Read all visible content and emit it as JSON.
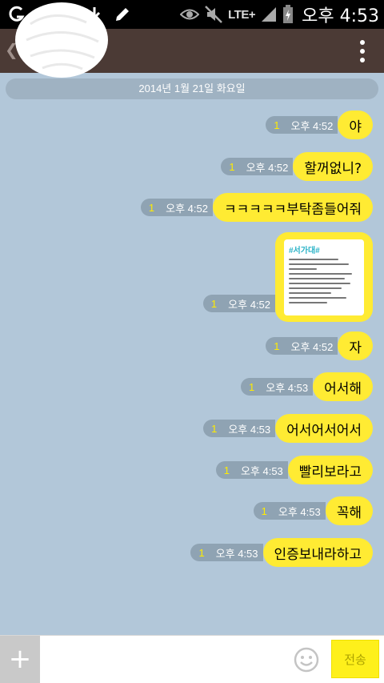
{
  "status_bar": {
    "network": "LTE+",
    "time": "오후 4:53",
    "left_icons": [
      "carrier-g-icon",
      "download-icon",
      "edit-icon"
    ],
    "right_icons": [
      "eye-icon",
      "mute-icon",
      "signal-icon",
      "battery-charging-icon"
    ]
  },
  "header": {
    "back_glyph": "❮",
    "room_title_fragment": "T"
  },
  "date_divider": "2014년 1월 21일 화요일",
  "messages": [
    {
      "count": "1",
      "time": "오후 4:52",
      "text": "야"
    },
    {
      "count": "1",
      "time": "오후 4:52",
      "text": "할꺼없니?"
    },
    {
      "count": "1",
      "time": "오후 4:52",
      "text": "ㅋㅋㅋㅋㅋ부탁좀들어줘"
    },
    {
      "count": "1",
      "time": "오후 4:52",
      "text": "자"
    },
    {
      "count": "1",
      "time": "오후 4:53",
      "text": "어서해"
    },
    {
      "count": "1",
      "time": "오후 4:53",
      "text": "어서어서어서"
    },
    {
      "count": "1",
      "time": "오후 4:53",
      "text": "빨리보라고"
    },
    {
      "count": "1",
      "time": "오후 4:53",
      "text": "꼭해"
    },
    {
      "count": "1",
      "time": "오후 4:53",
      "text": "인증보내라하고"
    }
  ],
  "image_message": {
    "count": "1",
    "time": "오후 4:52",
    "poster_title": "#서가대#"
  },
  "input_bar": {
    "plus_label": "+",
    "input_value": "",
    "send_label": "전송"
  },
  "colors": {
    "chat_background": "#b2c7d9",
    "bubble": "#ffeb33",
    "header": "#4b3a35",
    "unread_count": "#ffec00"
  }
}
